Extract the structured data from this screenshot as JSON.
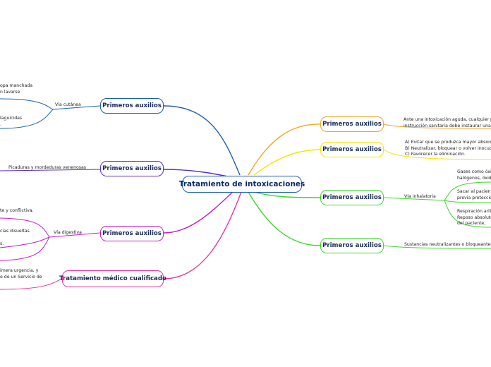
{
  "root": {
    "label": "Tratamiento de intoxicaciones"
  },
  "left": {
    "branch1": {
      "label": "Primeros auxilios",
      "sub": "Vía cutánea",
      "leaf_a": "opa manchada\nn lavarse",
      "leaf_b": "laguicidas\n."
    },
    "branch2": {
      "label": "Primeros auxilios",
      "sub": "Picaduras y mordeduras venenosas"
    },
    "branch3": {
      "label": "Primeros auxilios",
      "sub": "Vía digestiva",
      "leaf_a": "te y conflictiva.",
      "leaf_b": "cias disueltas",
      "leaf_c": "s."
    },
    "branch4": {
      "label": "Tratamiento médico cualificado",
      "leaf_a": "imera urgencia, y\ne de un Servicio de"
    }
  },
  "right": {
    "branch1": {
      "label": "Primeros auxilios",
      "leaf": "Ante una intoxicación aguda, cualquier pers\ninstrucción sanitaria debe instaurar unas me"
    },
    "branch2": {
      "label": "Primeros auxilios",
      "leaf": "A) Evitar que se produzca mayor absorción.\nB) Neutralizar, bloquear o volver inocuo el t\nC) Favorecer la eliminación."
    },
    "branch3": {
      "label": "Primeros auxilios",
      "sub": "Vía inhalatoria",
      "leaf_a": "Gases como óxid\nhalógenos, óxido",
      "leaf_b": "Sacar al paciente\nprevia protección",
      "leaf_c": "Respiración artifi\nReposo absoluto y\ndel paciente,"
    },
    "branch4": {
      "label": "Primeros auxilios",
      "sub": "Sustancias neutralizantes o bloqueantes"
    }
  },
  "colors": {
    "blue": "#1a5fb4",
    "purple": "#5b2fc4",
    "magenta": "#c21fc9",
    "pink": "#e8359b",
    "orange": "#f5a623",
    "yellow": "#f2e600",
    "green": "#3ed62b"
  }
}
